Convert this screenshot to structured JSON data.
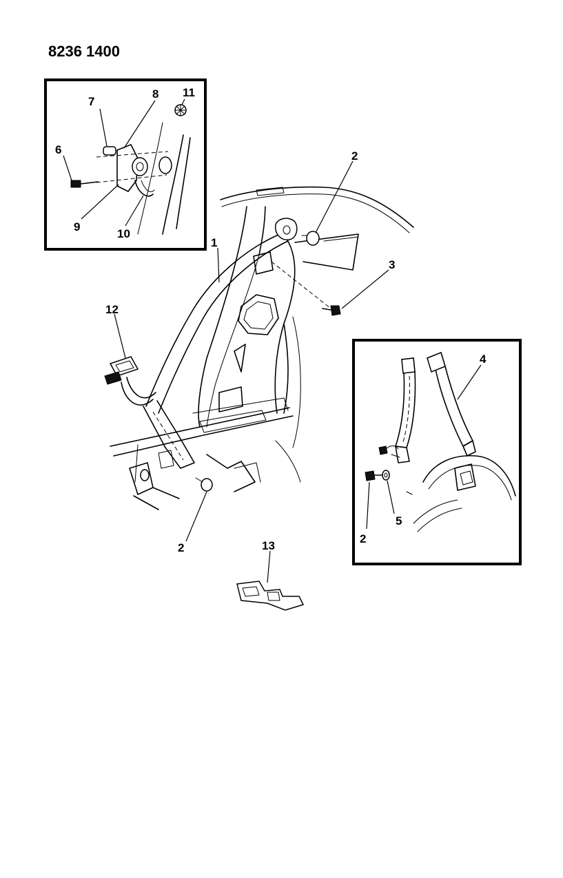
{
  "diagram": {
    "drawing_code": "8236 1400",
    "callouts": {
      "c1": "1",
      "c2_top": "2",
      "c2_floor": "2",
      "c2_inset": "2",
      "c3": "3",
      "c4": "4",
      "c5": "5",
      "c6": "6",
      "c7": "7",
      "c8": "8",
      "c9": "9",
      "c10": "10",
      "c11": "11",
      "c12": "12",
      "c13": "13"
    },
    "icons": {
      "bolt": "bolt-icon",
      "washer": "washer-icon",
      "buckle": "buckle-icon"
    }
  }
}
